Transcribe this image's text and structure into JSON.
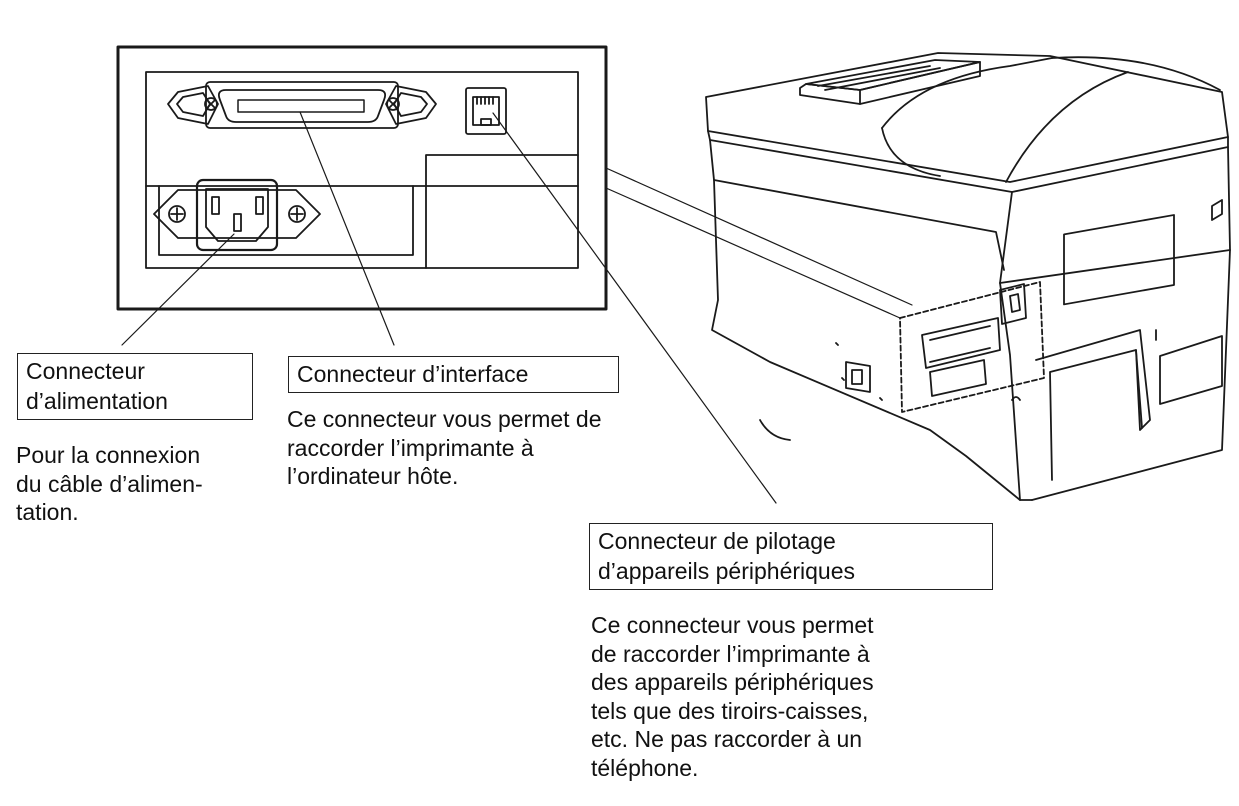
{
  "callouts": {
    "power": {
      "title": [
        "Connecteur",
        "d’alimentation"
      ],
      "desc": [
        "Pour la connexion",
        "du câble d’alimen-",
        "tation."
      ]
    },
    "interface": {
      "title": [
        "Connecteur d’interface"
      ],
      "desc": [
        "Ce connecteur vous permet de",
        "raccorder l’imprimante à",
        "l’ordinateur hôte."
      ]
    },
    "peripheral": {
      "title": [
        "Connecteur de pilotage",
        "d’appareils périphériques"
      ],
      "desc": [
        "Ce connecteur vous permet",
        "de raccorder l’imprimante à",
        "des appareils périphériques",
        "tels que des tiroirs-caisses,",
        "etc. Ne pas raccorder à un",
        "téléphone."
      ]
    }
  },
  "icons": [
    "parallel-interface-connector",
    "rj-modular-jack",
    "ac-power-inlet",
    "printer-body"
  ]
}
